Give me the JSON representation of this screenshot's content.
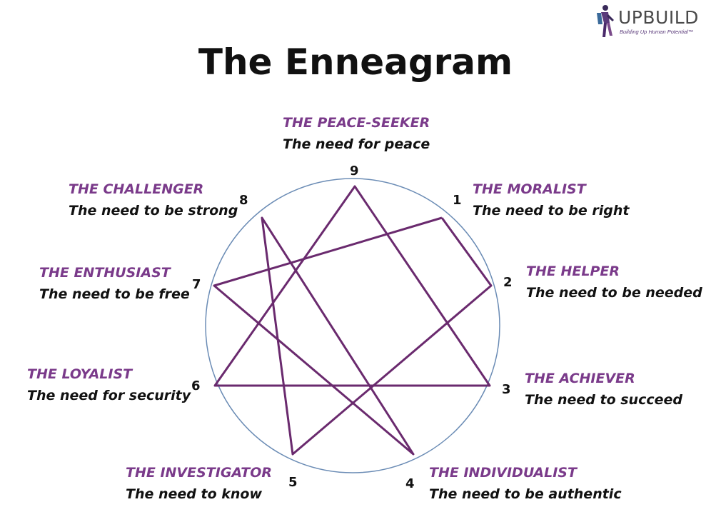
{
  "logo": {
    "name": "UPBUILD",
    "tagline": "Building Up Human Potential™"
  },
  "title": "The Enneagram",
  "types": [
    {
      "number": "9",
      "name": "THE PEACE-SEEKER",
      "need": "The need for peace"
    },
    {
      "number": "1",
      "name": "THE MORALIST",
      "need": "The need to be right"
    },
    {
      "number": "2",
      "name": "THE HELPER",
      "need": "The need to be needed"
    },
    {
      "number": "3",
      "name": "THE ACHIEVER",
      "need": "The need to succeed"
    },
    {
      "number": "4",
      "name": "THE INDIVIDUALIST",
      "need": "The need to be authentic"
    },
    {
      "number": "5",
      "name": "THE INVESTIGATOR",
      "need": "The need to know"
    },
    {
      "number": "6",
      "name": "THE LOYALIST",
      "need": "The need for security"
    },
    {
      "number": "7",
      "name": "THE ENTHUSIAST",
      "need": "The need to be free"
    },
    {
      "number": "8",
      "name": "THE CHALLENGER",
      "need": "The need to be strong"
    }
  ],
  "colors": {
    "accent": "#7a3a8a",
    "lines": "#6a2a6e",
    "circle": "#6b8cb5"
  }
}
